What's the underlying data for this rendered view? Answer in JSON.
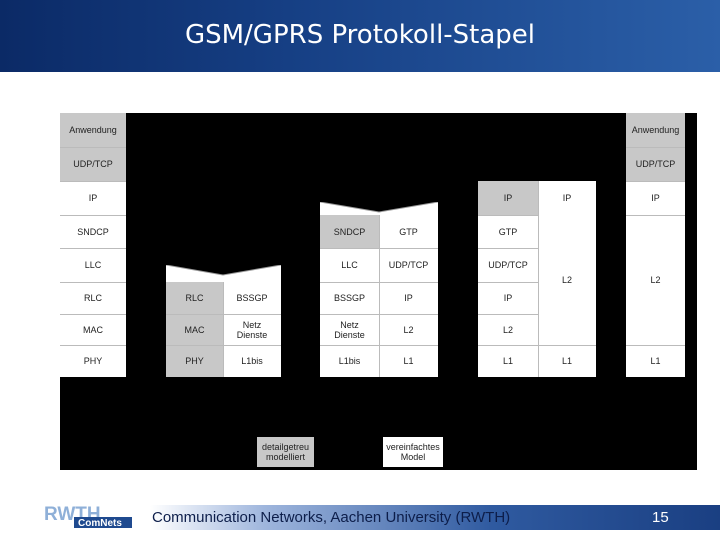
{
  "slide": {
    "title": "GSM/GPRS Protokoll-Stapel",
    "footer": "Communication Networks, Aachen University (RWTH)",
    "page_number": "15"
  },
  "logo": {
    "top": "RWTH",
    "bottom": "ComNets"
  },
  "diagram": {
    "ms": {
      "anwendung": "Anwendung",
      "udptcp": "UDP/TCP",
      "ip": "IP",
      "sndcp": "SNDCP",
      "llc": "LLC",
      "rlc": "RLC",
      "mac": "MAC",
      "phy": "PHY"
    },
    "bss": {
      "rlc": "RLC",
      "bssgp": "BSSGP",
      "mac": "MAC",
      "netz_dienste": "Netz Dienste",
      "phy": "PHY",
      "l1bis": "L1bis"
    },
    "sgsn": {
      "sndcp": "SNDCP",
      "gtp": "GTP",
      "llc": "LLC",
      "udptcp": "UDP/TCP",
      "bssgp": "BSSGP",
      "ip": "IP",
      "netz_dienste": "Netz Dienste",
      "l2": "L2",
      "l1bis": "L1bis",
      "l1": "L1"
    },
    "ggsn": {
      "ip": "IP",
      "ip2": "IP",
      "gtp": "GTP",
      "udptcp": "UDP/TCP",
      "l2": "L2",
      "ip3": "IP",
      "l2b": "L2",
      "l1": "L1",
      "l1b": "L1"
    },
    "host": {
      "anwendung": "Anwendung",
      "udptcp": "UDP/TCP",
      "ip": "IP",
      "l2": "L2",
      "l1": "L1"
    },
    "legend": {
      "detailed": "detailgetreu modelliert",
      "simplified": "vereinfachtes Model"
    }
  }
}
